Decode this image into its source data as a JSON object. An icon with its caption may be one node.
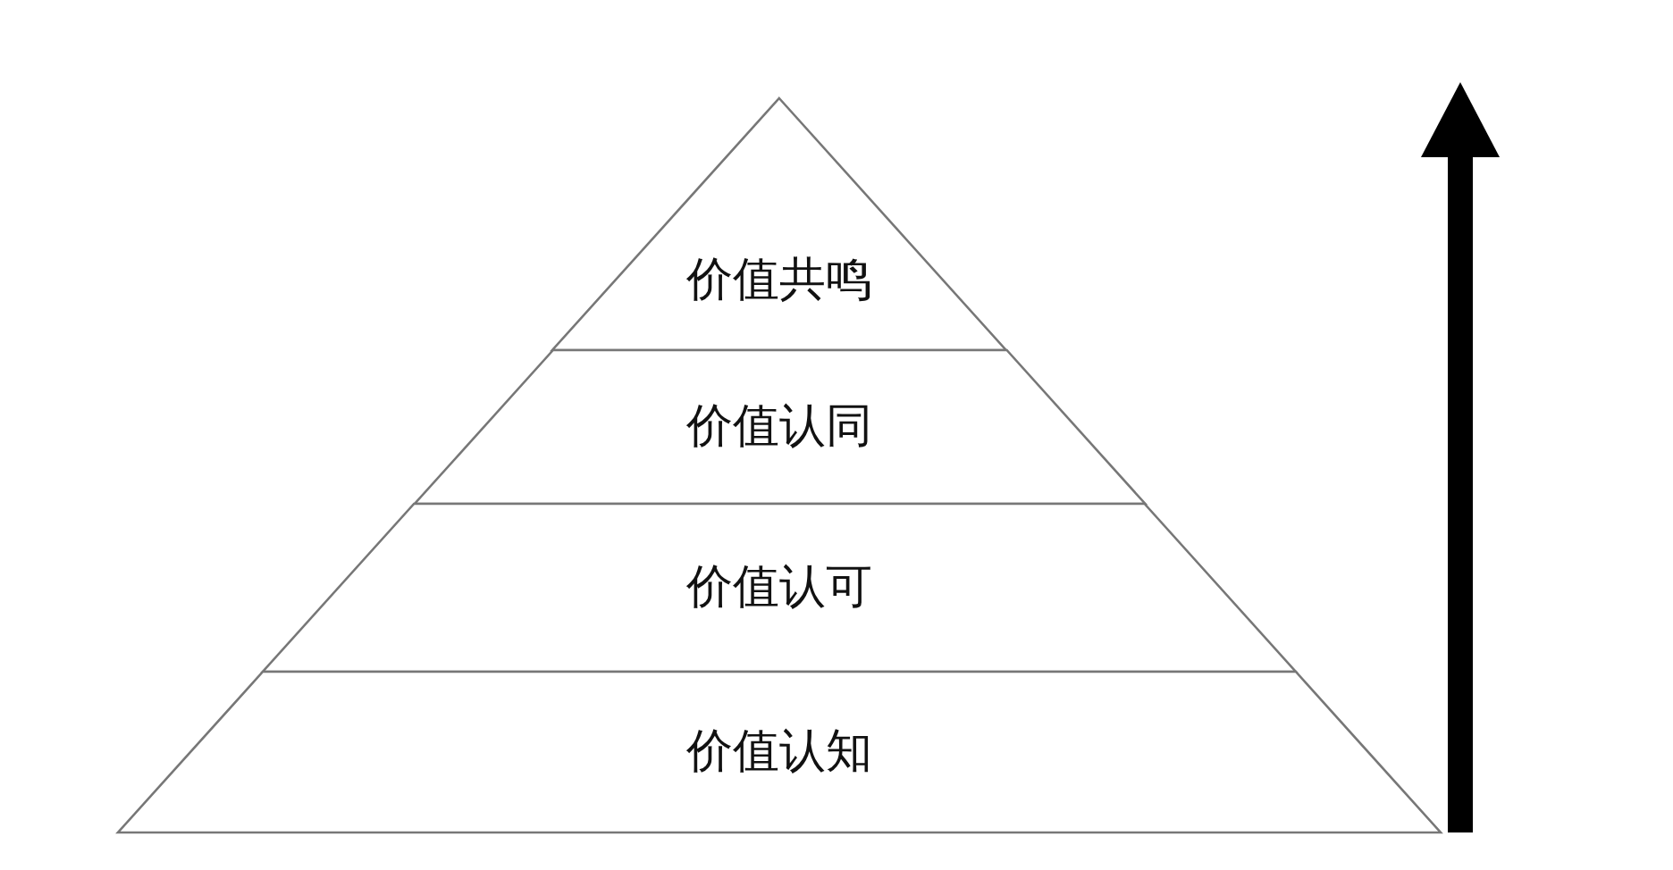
{
  "diagram": {
    "nodes": [
      {
        "text": [
          "价值共鸣"
        ]
      },
      {
        "text": [
          "价值认同"
        ]
      },
      {
        "text": [
          "价值认可"
        ]
      },
      {
        "text": [
          "价值认知"
        ]
      }
    ]
  }
}
